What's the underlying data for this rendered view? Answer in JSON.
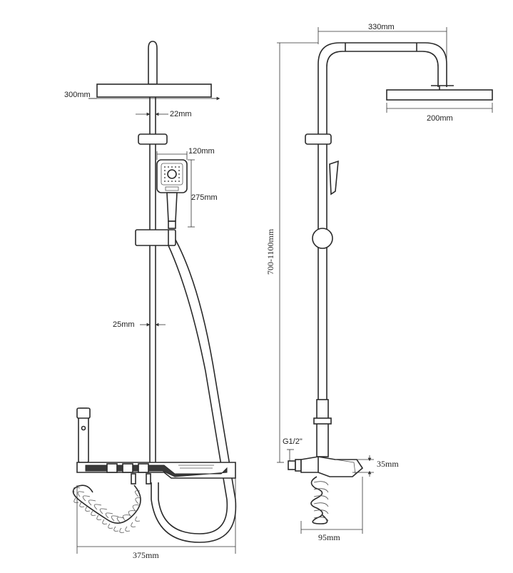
{
  "labels": {
    "rain_head_width": "300mm",
    "rod_diameter_top": "22mm",
    "hand_shower_width": "120mm",
    "hand_shower_length": "275mm",
    "rod_diameter_bottom": "25mm",
    "shelf_width": "375mm",
    "arm_reach": "330mm",
    "side_head_width": "200mm",
    "height_range": "700-1100mm",
    "inlet_thread": "G1/2\"",
    "mixer_height": "35mm",
    "wall_offset": "95mm"
  },
  "colors": {
    "line": "#2a2a2a",
    "background": "#ffffff",
    "panel_dark": "#3a3a3a"
  }
}
